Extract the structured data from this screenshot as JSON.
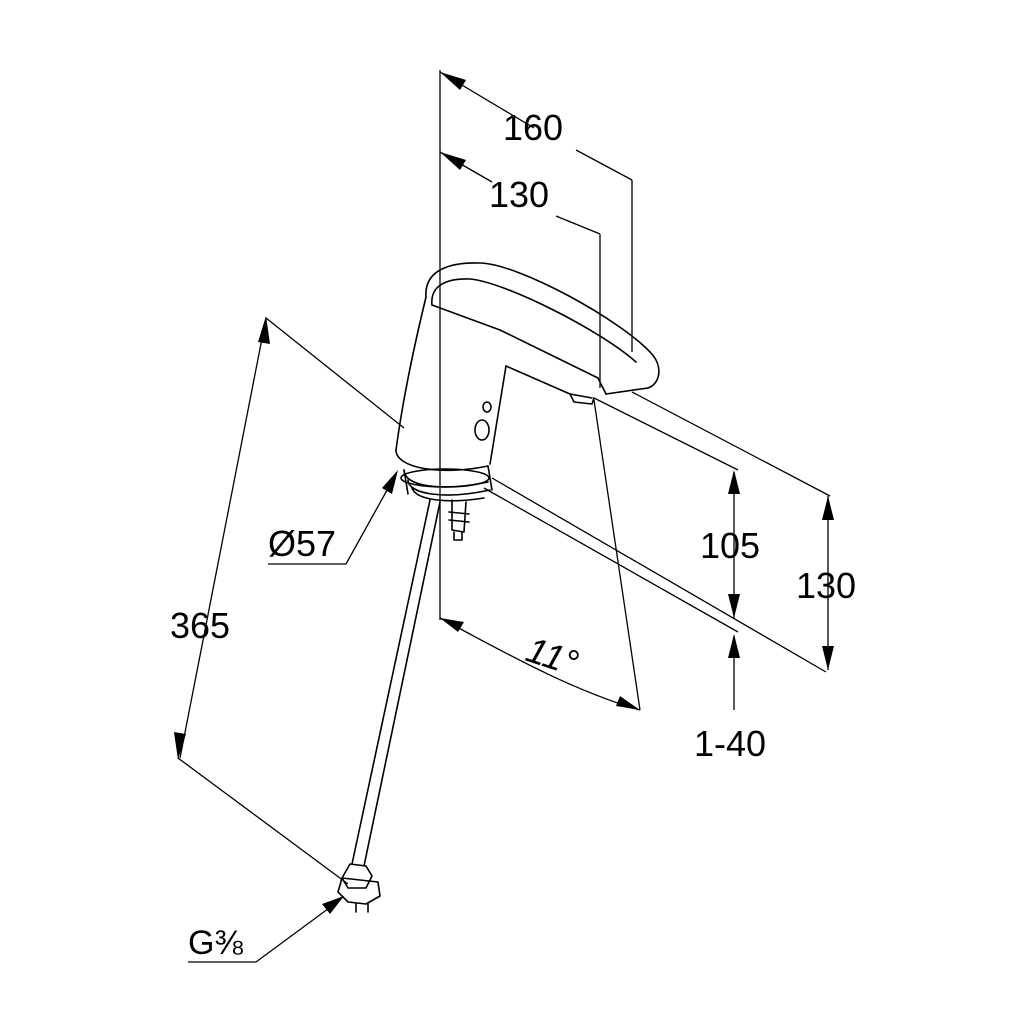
{
  "drawing": {
    "dimensions": {
      "overall_depth": "160",
      "spout_reach": "130",
      "spout_height": "105",
      "total_height": "130",
      "deck_thickness": "1-40",
      "hose_length": "365",
      "body_diameter": "Ø57",
      "swivel_angle": "11°",
      "connection_thread": "G⅜"
    }
  }
}
